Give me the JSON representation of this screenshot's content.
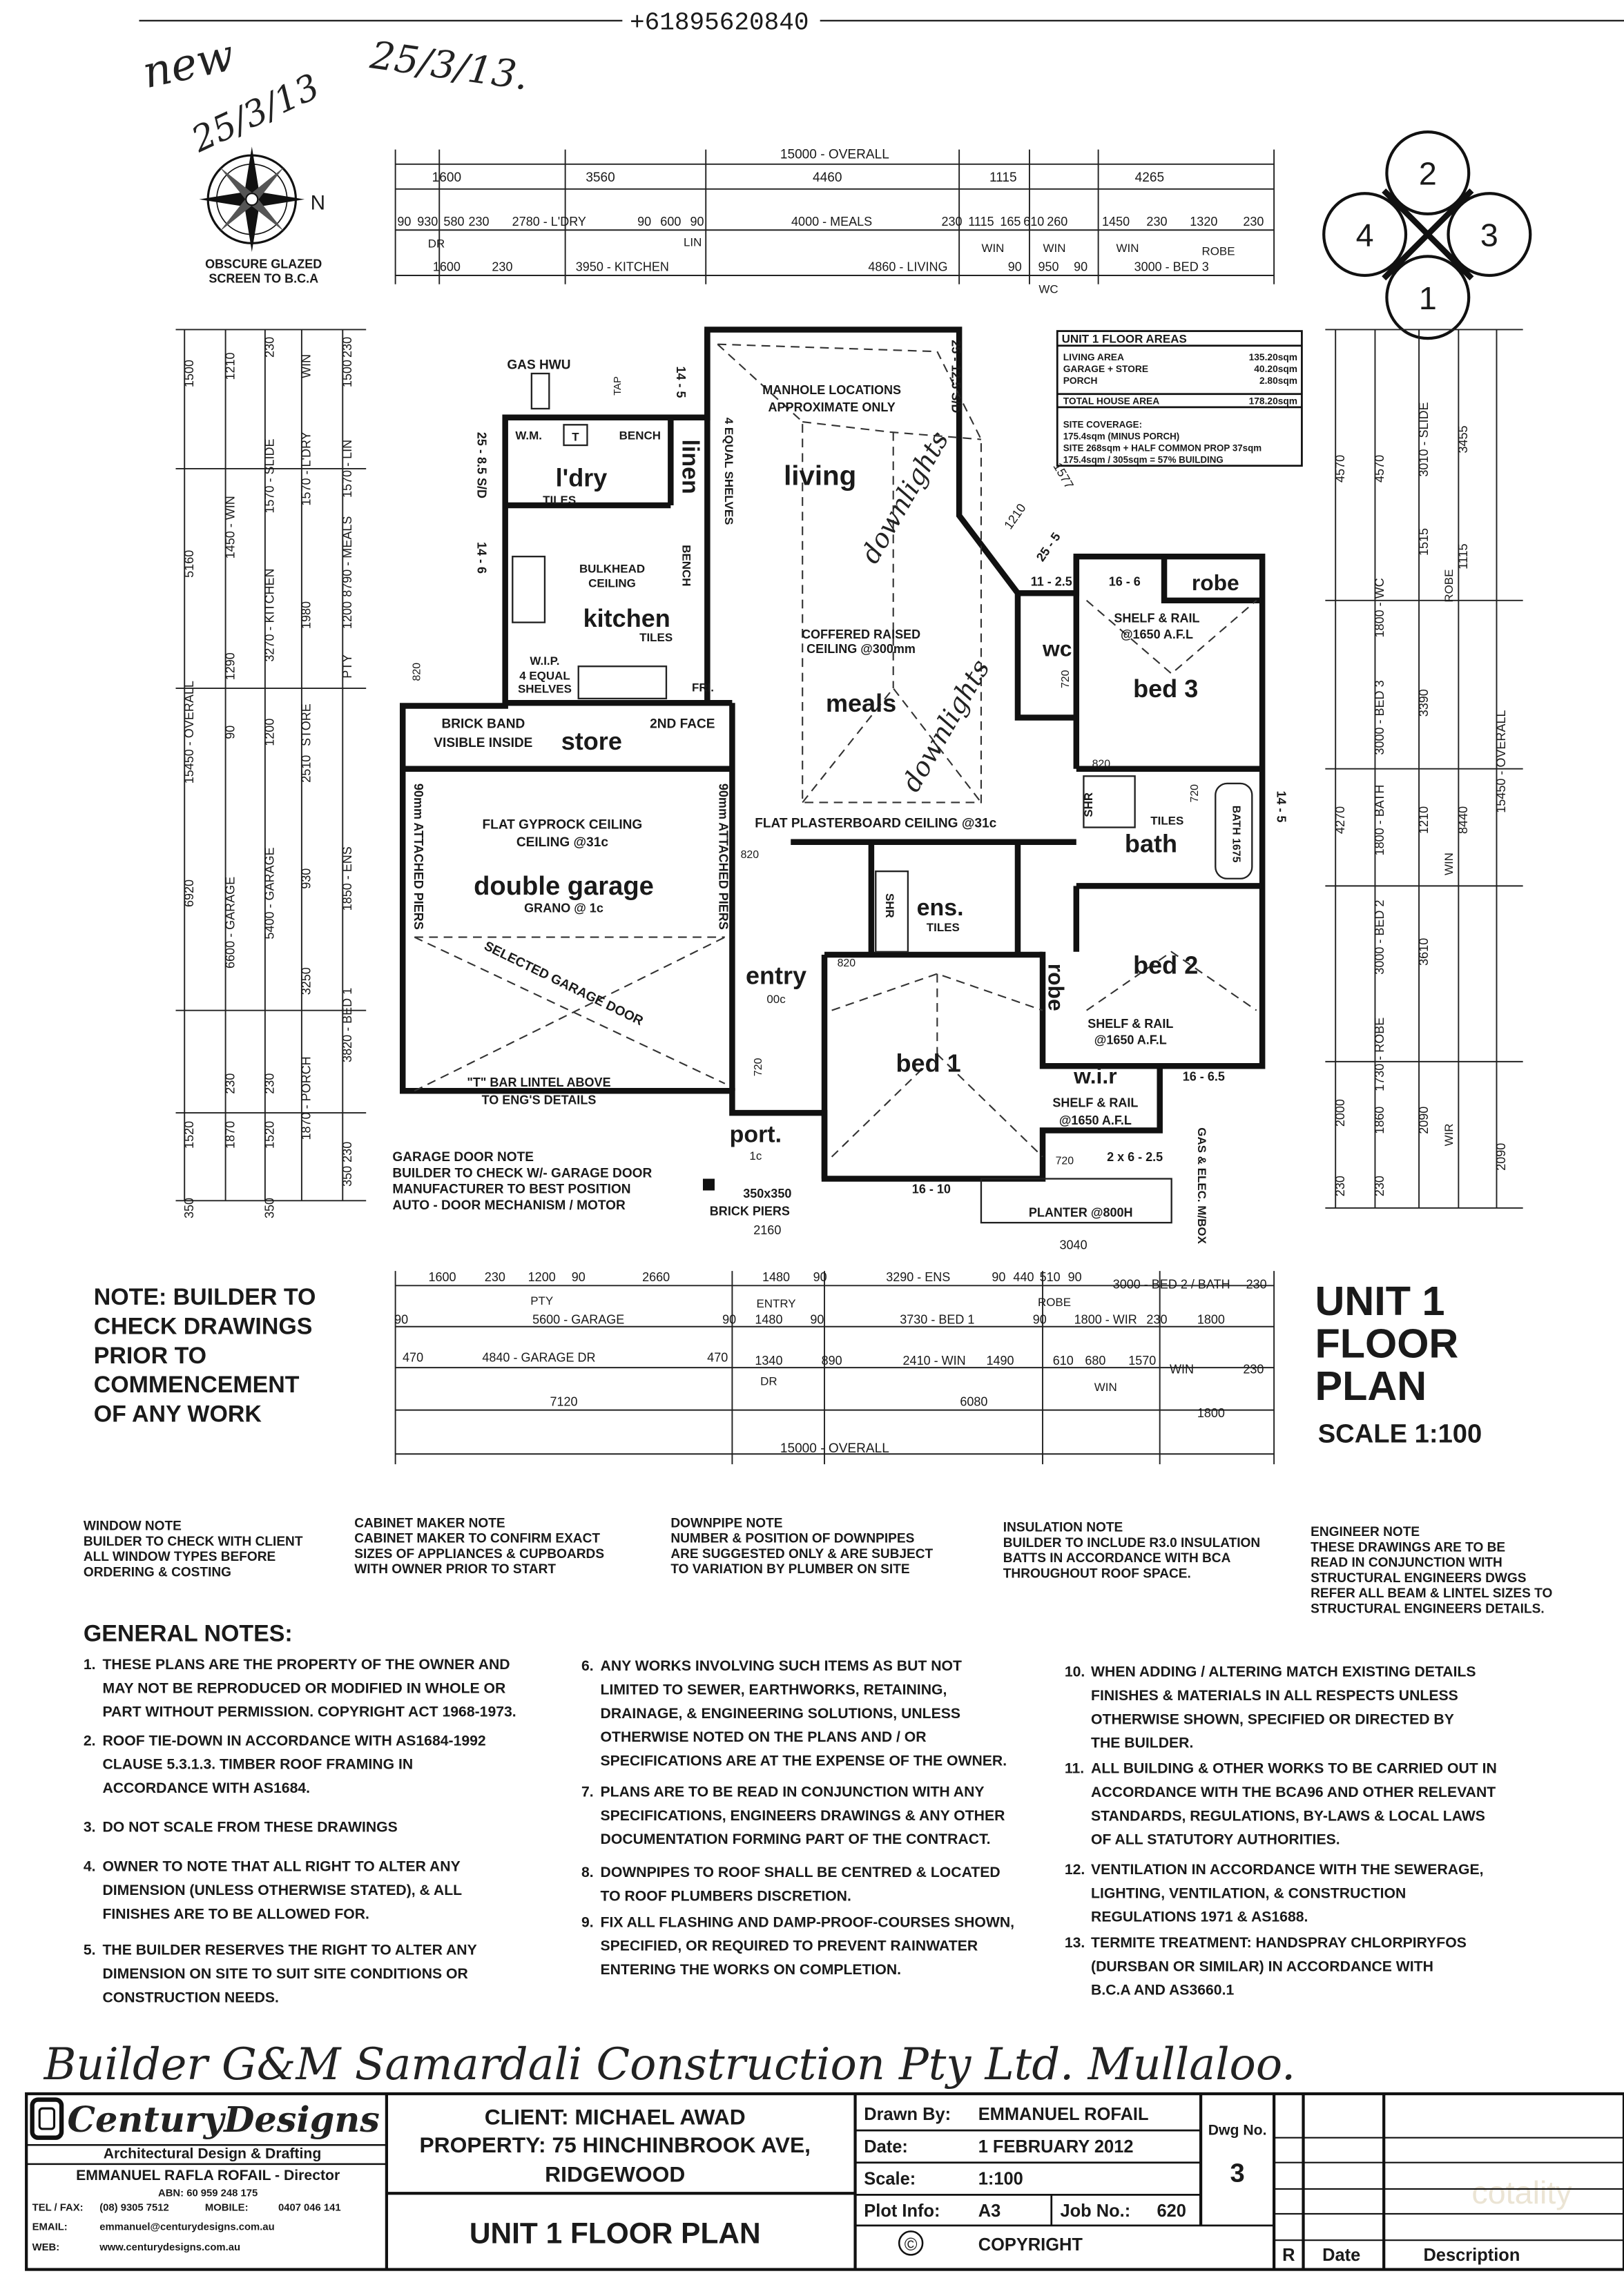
{
  "header": {
    "fax_number": "+61895620840",
    "handwritten_mark": "new",
    "handwritten_date_1": "25/3/13.",
    "handwritten_date_2": "25/3/13"
  },
  "compass": {
    "north": "N",
    "note_1": "OBSCURE GLAZED",
    "note_2": "SCREEN TO B.C.A"
  },
  "orientation": {
    "top": "2",
    "left": "4",
    "right": "3",
    "bottom": "1"
  },
  "dims_top": {
    "overall": "15000 - OVERALL",
    "r1": [
      "1600",
      "3560",
      "4460",
      "1115",
      "4265"
    ],
    "r2": [
      "90",
      "930",
      "580",
      "230",
      "2780 - L'DRY",
      "90",
      "600",
      "90",
      "4000 - MEALS",
      "230",
      "1115",
      "165",
      "610",
      "260",
      "1450",
      "230",
      "1320",
      "230"
    ],
    "r2_sub": [
      "DR",
      "LIN",
      "WIN",
      "WIN",
      "WIN",
      "ROBE"
    ],
    "r3": [
      "1600",
      "230",
      "3950 - KITCHEN",
      "4860 - LIVING",
      "90",
      "950",
      "90",
      "3000 - BED 3"
    ],
    "r3_sub": [
      "WC"
    ]
  },
  "dims_left": {
    "c1": [
      "1500",
      "5160",
      "15450 - OVERALL",
      "6920",
      "1520",
      "350"
    ],
    "c2": [
      "1210",
      "1450 - WIN",
      "1290",
      "90",
      "6600 - GARAGE",
      "230",
      "1870"
    ],
    "c3": [
      "230",
      "1570 - SLIDE",
      "3270 - KITCHEN",
      "1200",
      "5400 - GARAGE",
      "230",
      "1520",
      "350"
    ],
    "c4": [
      "WIN",
      "1570 - L'DRY",
      "1980",
      "STORE",
      "2510",
      "930",
      "3250",
      "1870 - PORCH"
    ],
    "c5": [
      "230",
      "1500",
      "1570 - LIN",
      "1200",
      "PTY",
      "8790 - MEALS",
      "1850 - ENS",
      "3820 - BED 1",
      "350 230"
    ]
  },
  "dims_right": {
    "c1": [
      "4570",
      "4270",
      "2000",
      "230"
    ],
    "c2": [
      "4570",
      "1800 - WC",
      "3000 - BED 3",
      "1800 - BATH",
      "3000 - BED 2",
      "1730 - ROBE",
      "1860",
      "230"
    ],
    "c3": [
      "3010 - SLIDE",
      "1515",
      "3390",
      "1210",
      "3610",
      "2090"
    ],
    "c3_sub": [
      "ROBE",
      "WIN",
      "WIR"
    ],
    "c4": [
      "3455",
      "1115",
      "8440"
    ],
    "c5": [
      "15450 - OVERALL",
      "2090"
    ]
  },
  "dims_bottom": {
    "r1": [
      "1600",
      "230",
      "1200",
      "90",
      "2660",
      "1480",
      "90",
      "3290 - ENS",
      "90",
      "440",
      "510",
      "90",
      "3000 - BED 2 / BATH",
      "230"
    ],
    "r1_sub": [
      "PTY",
      "ENTRY",
      "ROBE"
    ],
    "r2": [
      "90",
      "5600 - GARAGE",
      "90",
      "1480",
      "90",
      "3730 - BED 1",
      "90",
      "1800 - WIR",
      "230",
      "1800"
    ],
    "r3": [
      "470",
      "4840 - GARAGE DR",
      "470",
      "1340",
      "890",
      "2410 - WIN",
      "1490",
      "610",
      "680",
      "1570",
      "WIN",
      "230"
    ],
    "r3_sub": [
      "DR",
      "WIN"
    ],
    "r4": [
      "7120",
      "6080",
      "1800"
    ],
    "overall": "15000 - OVERALL"
  },
  "floor_areas": {
    "title": "UNIT 1 FLOOR AREAS",
    "rows": [
      {
        "label": "LIVING AREA",
        "value": "135.20sqm"
      },
      {
        "label": "GARAGE + STORE",
        "value": "40.20sqm"
      },
      {
        "label": "PORCH",
        "value": "2.80sqm"
      }
    ],
    "total_label": "TOTAL HOUSE AREA",
    "total_value": "178.20sqm",
    "coverage": [
      "SITE COVERAGE:",
      "175.4sqm (MINUS PORCH)",
      "SITE 268sqm + HALF COMMON PROP 37sqm",
      "175.4sqm / 305sqm = 57% BUILDING"
    ]
  },
  "rooms": {
    "gas_hwu": "GAS HWU",
    "tap": "TAP",
    "wm": "W.M.",
    "t": "T",
    "bench": "BENCH",
    "laundry": "l'dry",
    "laundry_tiles": "TILES",
    "linen": "linen",
    "shelves": "4 EQUAL SHELVES",
    "bench2": "BENCH",
    "bulkhead_1": "BULKHEAD",
    "bulkhead_2": "CEILING",
    "kitchen": "kitchen",
    "kitchen_tiles": "TILES",
    "wip": "W.I.P.",
    "wip_shelves_1": "4 EQUAL",
    "wip_shelves_2": "SHELVES",
    "fri": "FRI.",
    "manhole_1": "MANHOLE LOCATIONS",
    "manhole_2": "APPROXIMATE ONLY",
    "living": "living",
    "coffered_1": "COFFERED RAISED",
    "coffered_2": "CEILING @300mm",
    "meals": "meals",
    "second_face": "2ND FACE",
    "brick_band_1": "BRICK BAND",
    "brick_band_2": "VISIBLE INSIDE",
    "store": "store",
    "gyprock_1": "FLAT GYPROCK CEILING",
    "gyprock_2": "CEILING @31c",
    "garage": "double garage",
    "grano": "GRANO @ 1c",
    "piers_left": "90mm ATTACHED PIERS",
    "piers_right": "90mm ATTACHED PIERS",
    "garage_door": "SELECTED GARAGE DOOR",
    "lintel_1": "\"T\" BAR LINTEL ABOVE",
    "lintel_2": "TO ENG'S DETAILS",
    "plasterboard": "FLAT PLASTERBOARD CEILING @31c",
    "entry": "entry",
    "entry_level": "00c",
    "ens": "ens.",
    "ens_tiles": "TILES",
    "ens_shr": "SHR",
    "bed1": "bed 1",
    "porch": "port.",
    "porch_level": "1c",
    "brick_piers_1": "350x350",
    "brick_piers_2": "BRICK PIERS",
    "brick_piers_3": "2160",
    "robe": "robe",
    "robe_shelf_1": "SHELF & RAIL",
    "robe_shelf_2": "@1650 A.F.L",
    "wc": "wc",
    "bed3": "bed 3",
    "bath": "bath",
    "bath_tiles": "TILES",
    "bath_tub": "BATH 1675",
    "bath_shr": "SHR",
    "bed2": "bed 2",
    "bed2_shelf_1": "SHELF & RAIL",
    "bed2_shelf_2": "@1650 A.F.L",
    "robe2": "robe",
    "wir": "w.i.r",
    "wir_shelf_1": "SHELF & RAIL",
    "wir_shelf_2": "@1650 A.F.L",
    "planter": "PLANTER @800H",
    "planter_size": "2 x 6 - 2.5",
    "planter_width": "3040",
    "gas_elec": "GAS & ELEC. M/BOX",
    "door_820_a": "820",
    "door_820_b": "820",
    "door_820_c": "820",
    "door_820_d": "820",
    "door_720_a": "720",
    "door_720_b": "720",
    "door_720_c": "720",
    "door_720_d": "720",
    "lvl_16_10": "16 - 10",
    "lvl_16_65": "16 - 6.5",
    "lvl_16_6": "16 - 6",
    "lvl_11_25": "11 - 2.5",
    "lvl_14_5a": "14 - 5",
    "lvl_14_5b": "14 - 5",
    "lvl_14_6": "14 - 6",
    "lvl_25_85": "25 - 8.5 S/D",
    "lvl_25_125": "25 - 12.5 S/D",
    "lvl_25_5": "25 - 5",
    "win_1210": "1210",
    "win_1577": "1577",
    "handwritten_downlights_1": "downlights",
    "handwritten_downlights_2": "downlights"
  },
  "garage_door_note": [
    "GARAGE DOOR NOTE",
    "BUILDER TO CHECK W/- GARAGE DOOR",
    "MANUFACTURER TO BEST POSITION",
    "AUTO - DOOR MECHANISM / MOTOR"
  ],
  "builder_note": [
    "NOTE: BUILDER TO",
    "CHECK DRAWINGS",
    "PRIOR TO",
    "COMMENCEMENT",
    "OF ANY WORK"
  ],
  "plan_title": {
    "line1": "UNIT 1",
    "line2": "FLOOR",
    "line3": "PLAN",
    "scale": "SCALE  1:100"
  },
  "notes": {
    "window": [
      "WINDOW NOTE",
      "BUILDER TO CHECK WITH CLIENT",
      "ALL WINDOW TYPES BEFORE",
      "ORDERING & COSTING"
    ],
    "cabinet": [
      "CABINET MAKER NOTE",
      "CABINET MAKER TO CONFIRM EXACT",
      "SIZES OF APPLIANCES & CUPBOARDS",
      "WITH OWNER PRIOR TO START"
    ],
    "downpipe": [
      "DOWNPIPE NOTE",
      "NUMBER & POSITION OF DOWNPIPES",
      "ARE SUGGESTED ONLY & ARE SUBJECT",
      "TO VARIATION BY PLUMBER ON SITE"
    ],
    "insulation": [
      "INSULATION NOTE",
      "BUILDER TO INCLUDE R3.0 INSULATION",
      "BATTS IN ACCORDANCE WITH BCA",
      "THROUGHOUT ROOF SPACE."
    ],
    "engineer": [
      "ENGINEER NOTE",
      "THESE DRAWINGS ARE TO BE",
      "READ IN CONJUNCTION WITH",
      "STRUCTURAL ENGINEERS DWGS",
      "REFER ALL BEAM & LINTEL SIZES TO",
      "STRUCTURAL ENGINEERS DETAILS."
    ]
  },
  "general_notes": {
    "title": "GENERAL NOTES:",
    "items": [
      {
        "num": "1.",
        "lines": [
          "THESE PLANS ARE THE PROPERTY OF THE OWNER AND",
          "MAY NOT BE REPRODUCED OR MODIFIED IN WHOLE OR",
          "PART WITHOUT PERMISSION. COPYRIGHT ACT 1968-1973."
        ]
      },
      {
        "num": "2.",
        "lines": [
          "ROOF TIE-DOWN IN ACCORDANCE WITH AS1684-1992",
          "CLAUSE 5.3.1.3. TIMBER ROOF FRAMING IN",
          "ACCORDANCE WITH AS1684."
        ]
      },
      {
        "num": "3.",
        "lines": [
          "DO NOT SCALE FROM THESE DRAWINGS"
        ]
      },
      {
        "num": "4.",
        "lines": [
          "OWNER TO NOTE THAT ALL RIGHT TO ALTER ANY",
          "DIMENSION (UNLESS OTHERWISE STATED), & ALL",
          "FINISHES ARE TO BE ALLOWED FOR."
        ]
      },
      {
        "num": "5.",
        "lines": [
          "THE BUILDER RESERVES THE RIGHT TO ALTER ANY",
          "DIMENSION ON SITE TO SUIT SITE CONDITIONS OR",
          "CONSTRUCTION NEEDS."
        ]
      },
      {
        "num": "6.",
        "lines": [
          "ANY WORKS INVOLVING SUCH ITEMS AS BUT NOT",
          "LIMITED TO SEWER, EARTHWORKS, RETAINING,",
          "DRAINAGE, & ENGINEERING SOLUTIONS, UNLESS",
          "OTHERWISE NOTED ON THE PLANS AND / OR",
          "SPECIFICATIONS ARE AT THE EXPENSE OF THE OWNER."
        ]
      },
      {
        "num": "7.",
        "lines": [
          "PLANS ARE TO BE READ IN CONJUNCTION WITH ANY",
          "SPECIFICATIONS, ENGINEERS DRAWINGS & ANY OTHER",
          "DOCUMENTATION FORMING PART OF THE CONTRACT."
        ]
      },
      {
        "num": "8.",
        "lines": [
          "DOWNPIPES TO ROOF SHALL BE CENTRED & LOCATED",
          "TO ROOF PLUMBERS DISCRETION."
        ]
      },
      {
        "num": "9.",
        "lines": [
          "FIX ALL FLASHING AND DAMP-PROOF-COURSES SHOWN,",
          "SPECIFIED, OR REQUIRED TO PREVENT RAINWATER",
          "ENTERING THE WORKS ON COMPLETION."
        ]
      },
      {
        "num": "10.",
        "lines": [
          "WHEN ADDING / ALTERING MATCH EXISTING DETAILS",
          "FINISHES & MATERIALS IN ALL RESPECTS UNLESS",
          "OTHERWISE SHOWN, SPECIFIED OR DIRECTED BY",
          "THE BUILDER."
        ]
      },
      {
        "num": "11.",
        "lines": [
          "ALL BUILDING & OTHER WORKS TO BE CARRIED OUT IN",
          "ACCORDANCE WITH THE BCA96 AND OTHER RELEVANT",
          "STANDARDS, REGULATIONS, BY-LAWS & LOCAL LAWS",
          "OF ALL STATUTORY AUTHORITIES."
        ]
      },
      {
        "num": "12.",
        "lines": [
          "VENTILATION IN ACCORDANCE WITH THE SEWERAGE,",
          "LIGHTING, VENTILATION, & CONSTRUCTION",
          "REGULATIONS 1971 & AS1688."
        ]
      },
      {
        "num": "13.",
        "lines": [
          "TERMITE TREATMENT: HANDSPRAY CHLORPIRYFOS",
          "(DURSBAN OR SIMILAR) IN ACCORDANCE WITH",
          "B.C.A AND AS3660.1"
        ]
      }
    ]
  },
  "handwritten_builder": "Builder G&M Samardali Construction Pty Ltd. Mullaloo.",
  "title_block": {
    "logo_text": "CenturyDesigns",
    "tagline": "Architectural Design & Drafting",
    "director": "EMMANUEL RAFLA ROFAIL - Director",
    "abn": "ABN: 60 959 248 175",
    "tel_label": "TEL / FAX:",
    "tel": "(08) 9305 7512",
    "mobile_label": "MOBILE:",
    "mobile": "0407 046 141",
    "email_label": "EMAIL:",
    "email": "emmanuel@centurydesigns.com.au",
    "web_label": "WEB:",
    "web": "www.centurydesigns.com.au",
    "client": "CLIENT: MICHAEL AWAD",
    "property_1": "PROPERTY: 75 HINCHINBROOK AVE,",
    "property_2": "RIDGEWOOD",
    "drawing_title": "UNIT 1 FLOOR PLAN",
    "drawn_by_label": "Drawn By:",
    "drawn_by": "EMMANUEL ROFAIL",
    "date_label": "Date:",
    "date": "1 FEBRUARY 2012",
    "scale_label": "Scale:",
    "scale": "1:100",
    "plot_label": "Plot Info:",
    "plot": "A3",
    "job_label": "Job No.:",
    "job": "620",
    "copyright_symbol": "©",
    "copyright": "COPYRIGHT",
    "dwg_label": "Dwg No.",
    "dwg": "3",
    "rev_r": "R",
    "rev_date": "Date",
    "rev_desc": "Description"
  },
  "watermark": "cotality"
}
